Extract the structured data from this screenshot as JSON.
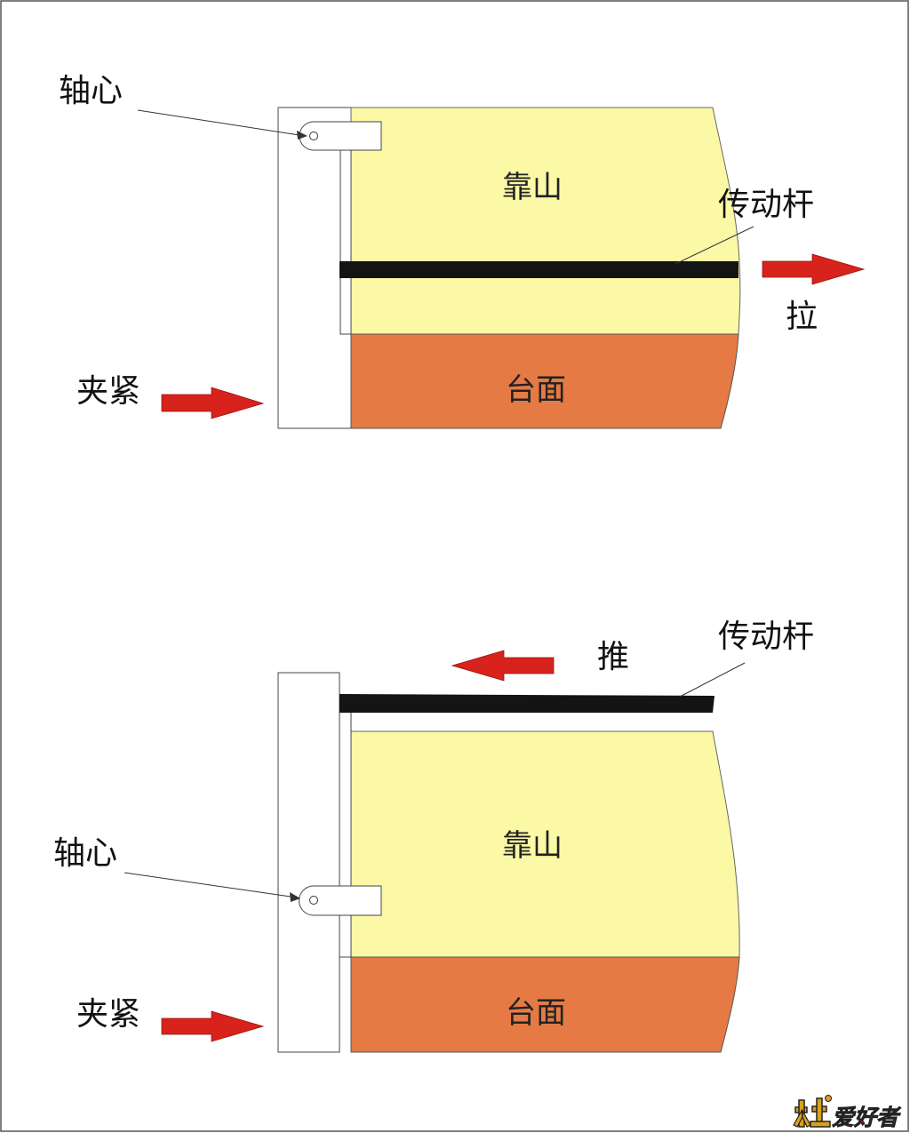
{
  "colors": {
    "fence": "#FBF8A6",
    "table": "#E57A45",
    "arrow": "#D8221C",
    "rod": "#141414",
    "line": "#333333",
    "watermark_wood": "#D9A21A",
    "watermark_text": "#E0261C"
  },
  "top": {
    "axis_label": "轴心",
    "fence_label": "靠山",
    "rod_label": "传动杆",
    "action_label": "拉",
    "clamp_label": "夹紧",
    "table_label": "台面"
  },
  "bottom": {
    "axis_label": "轴心",
    "fence_label": "靠山",
    "rod_label": "传动杆",
    "action_label": "推",
    "clamp_label": "夹紧",
    "table_label": "台面"
  },
  "watermark": {
    "text": "爱好者"
  }
}
